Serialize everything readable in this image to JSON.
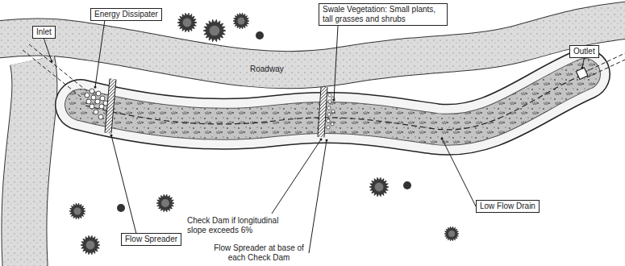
{
  "diagram": {
    "nodes": [
      {
        "text": [
          "Inlet"
        ]
      },
      {
        "text": [
          "Energy Dissipater"
        ]
      },
      {
        "text": [
          "Swale Vegetation: Small plants, tall grasses and shrubs"
        ]
      },
      {
        "text": [
          "Outlet"
        ]
      },
      {
        "text": [
          "Low Flow Drain"
        ]
      },
      {
        "text": [
          "Flow Spreader"
        ]
      }
    ],
    "labels": [
      "Roadway",
      "Check Dam if longitudinal slope exceeds 6%",
      "Flow Spreader at base of each Check Dam"
    ]
  }
}
